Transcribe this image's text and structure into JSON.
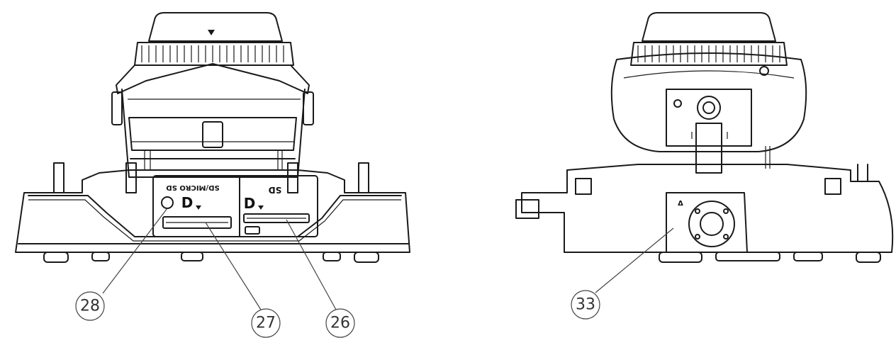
{
  "views": [
    {
      "name": "front-view"
    },
    {
      "name": "rear-view"
    }
  ],
  "slot_labels": {
    "left_slot_text": "SD/MICRO SD",
    "right_slot_text": "SD"
  },
  "callouts": [
    {
      "id": "callout-28",
      "label": "28"
    },
    {
      "id": "callout-27",
      "label": "27"
    },
    {
      "id": "callout-26",
      "label": "26"
    },
    {
      "id": "callout-33",
      "label": "33"
    }
  ],
  "colors": {
    "line": "#1a1a1a",
    "callout": "#444444",
    "background": "#ffffff"
  }
}
